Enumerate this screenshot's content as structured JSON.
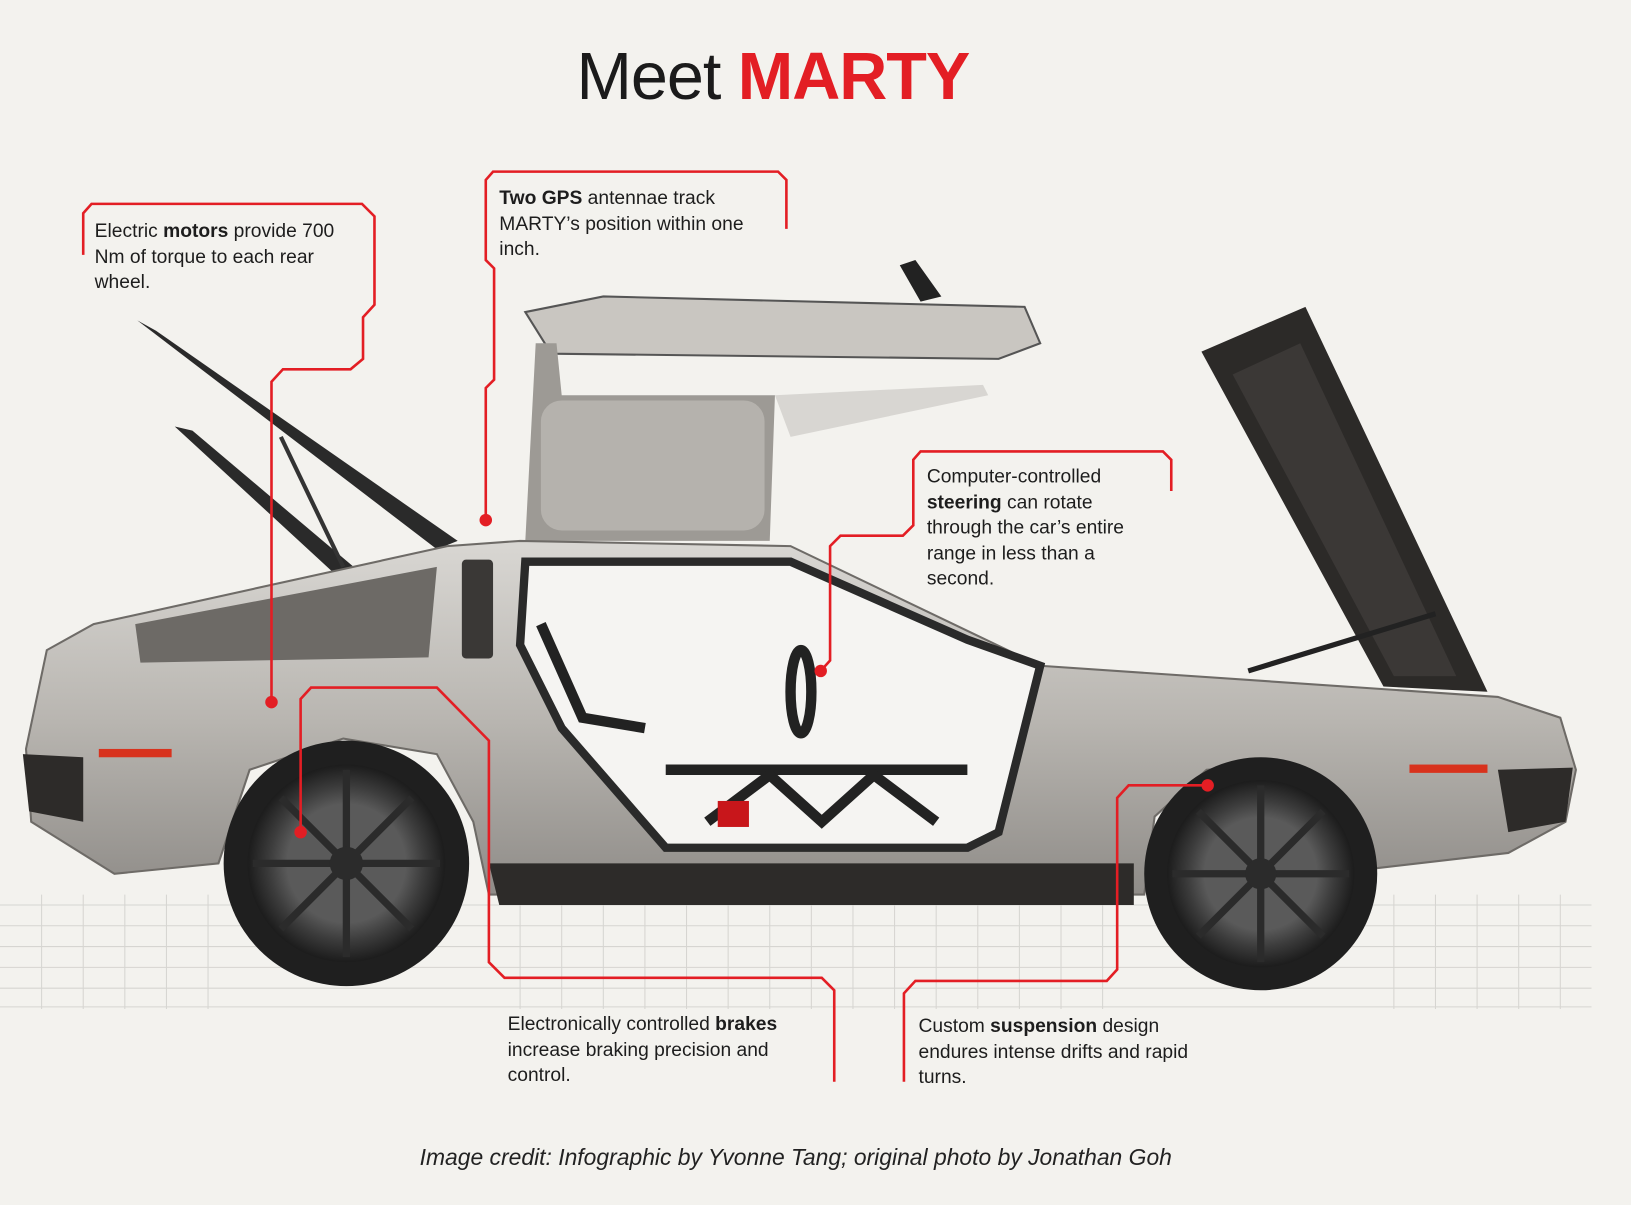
{
  "title": {
    "prefix": "Meet",
    "name": "MARTY"
  },
  "callouts": [
    {
      "id": "motors",
      "before": "Electric ",
      "bold": "motors",
      "after": " provide 700 Nm of torque to each rear wheel."
    },
    {
      "id": "gps",
      "before": "",
      "bold": "Two GPS",
      "after": " antennae track MARTY’s position within one inch."
    },
    {
      "id": "steering",
      "before": "Computer-controlled ",
      "bold": "steering",
      "after": " can rotate through the car’s entire range in less than a second."
    },
    {
      "id": "brakes",
      "before": "Electronically controlled ",
      "bold": "brakes",
      "after": " increase braking precision and control."
    },
    {
      "id": "suspension",
      "before": "Custom ",
      "bold": "suspension",
      "after": " design endures intense drifts and rapid turns."
    }
  ],
  "credit": "Image credit: Infographic by Yvonne Tang; original photo by Jonathan Goh",
  "colors": {
    "accent": "#e31e24",
    "background": "#f3f2ee",
    "text": "#1d1d1d"
  }
}
